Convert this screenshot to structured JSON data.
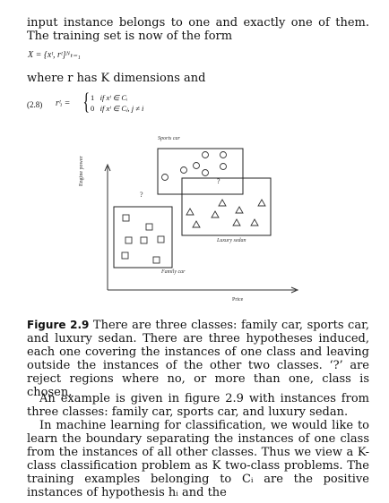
{
  "text": {
    "intro": "input instance belongs to one and exactly one of them. The training set is now of the form",
    "set_formula": "X = {xᵗ, rᵗ}ᴺₜ₌₁",
    "where_line": "where r has K dimensions and",
    "eq_number": "(2.8)",
    "eq_lhs": "rᵗᵢ =",
    "case1_value": "1",
    "case1_cond": "if xᵗ ∈ Cᵢ",
    "case2_value": "0",
    "case2_cond": "if xᵗ ∈ Cⱼ, j ≠ i",
    "caption_label": "Figure 2.9",
    "caption_body": " There are three classes: family car, sports car, and luxury sedan. There are three hypotheses induced, each one covering the instances of one class and leaving outside the instances of the other two classes. ‘?’ are reject regions where no, or more than one, class is chosen.",
    "para1": "An example is given in figure 2.9 with instances from three classes: family car, sports car, and luxury sedan.",
    "para2": "In machine learning for classification, we would like to learn the boundary separating the instances of one class from the instances of all other classes. Thus we view a K-class classification problem as K two-class problems. The training examples belonging to Cᵢ are the positive instances of hypothesis hᵢ and the"
  },
  "figure": {
    "sports_label": "Sports car",
    "luxury_label": "Luxury sedan",
    "family_label": "Family car",
    "x_label": "Price",
    "y_label": "Engine power",
    "reject_mark": "?",
    "reject_mark_overlap": "?"
  }
}
